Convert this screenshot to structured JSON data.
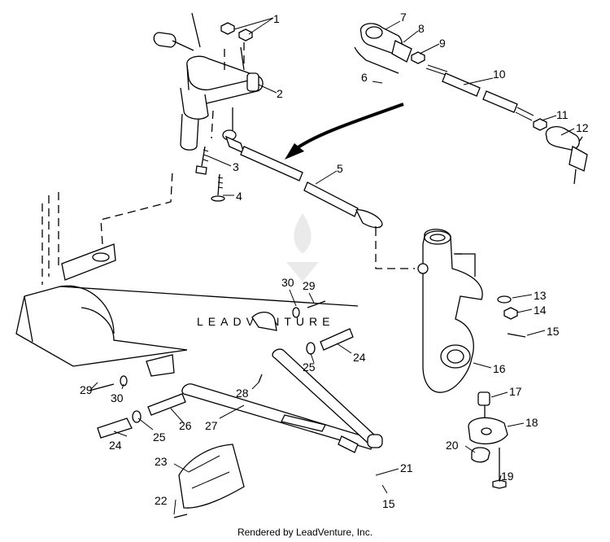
{
  "callouts": [
    {
      "id": "c1",
      "label": "1"
    },
    {
      "id": "c2",
      "label": "2"
    },
    {
      "id": "c3",
      "label": "3"
    },
    {
      "id": "c4",
      "label": "4"
    },
    {
      "id": "c5",
      "label": "5"
    },
    {
      "id": "c6",
      "label": "6"
    },
    {
      "id": "c7",
      "label": "7"
    },
    {
      "id": "c8",
      "label": "8"
    },
    {
      "id": "c9",
      "label": "9"
    },
    {
      "id": "c10",
      "label": "10"
    },
    {
      "id": "c11",
      "label": "11"
    },
    {
      "id": "c12",
      "label": "12"
    },
    {
      "id": "c13",
      "label": "13"
    },
    {
      "id": "c14",
      "label": "14"
    },
    {
      "id": "c15a",
      "label": "15"
    },
    {
      "id": "c16",
      "label": "16"
    },
    {
      "id": "c17",
      "label": "17"
    },
    {
      "id": "c18",
      "label": "18"
    },
    {
      "id": "c19",
      "label": "19"
    },
    {
      "id": "c20",
      "label": "20"
    },
    {
      "id": "c21",
      "label": "21"
    },
    {
      "id": "c15b",
      "label": "15"
    },
    {
      "id": "c22",
      "label": "22"
    },
    {
      "id": "c23",
      "label": "23"
    },
    {
      "id": "c24a",
      "label": "24"
    },
    {
      "id": "c25a",
      "label": "25"
    },
    {
      "id": "c26",
      "label": "26"
    },
    {
      "id": "c27",
      "label": "27"
    },
    {
      "id": "c28",
      "label": "28"
    },
    {
      "id": "c29a",
      "label": "29"
    },
    {
      "id": "c30a",
      "label": "30"
    },
    {
      "id": "c24b",
      "label": "24"
    },
    {
      "id": "c25b",
      "label": "25"
    },
    {
      "id": "c29b",
      "label": "29"
    },
    {
      "id": "c30b",
      "label": "30"
    }
  ],
  "watermark": "LEADVENTURE",
  "footer": "Rendered by LeadVenture, Inc."
}
